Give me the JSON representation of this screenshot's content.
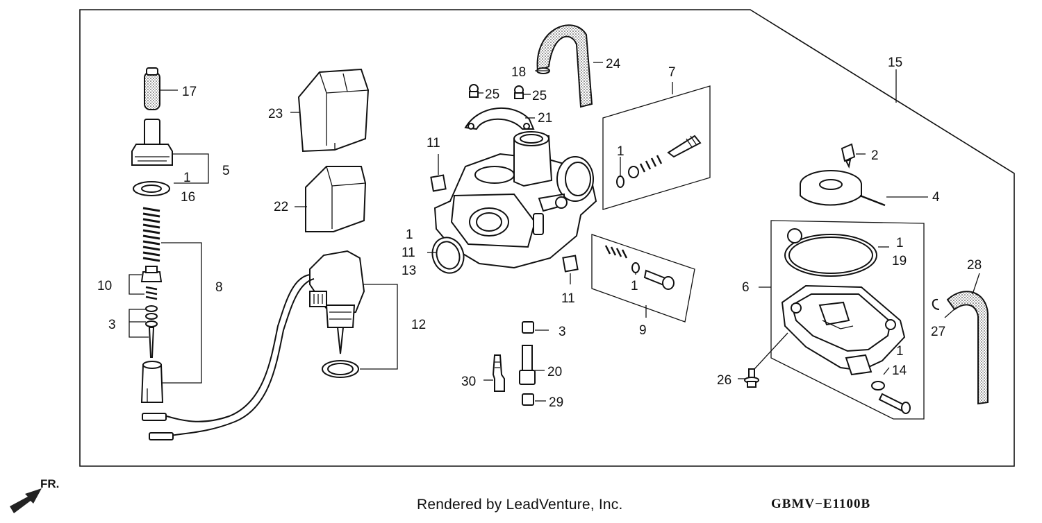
{
  "callouts": [
    {
      "id": "c24",
      "label": "24"
    },
    {
      "id": "c18",
      "label": "18"
    },
    {
      "id": "c25a",
      "label": "25"
    },
    {
      "id": "c25b",
      "label": "25"
    },
    {
      "id": "c21",
      "label": "21"
    },
    {
      "id": "c7",
      "label": "7"
    },
    {
      "id": "c15",
      "label": "15"
    },
    {
      "id": "c17",
      "label": "17"
    },
    {
      "id": "c23",
      "label": "23"
    },
    {
      "id": "c11a",
      "label": "11"
    },
    {
      "id": "c5",
      "label": "5"
    },
    {
      "id": "c1a",
      "label": "1"
    },
    {
      "id": "c16",
      "label": "16"
    },
    {
      "id": "c1b",
      "label": "1"
    },
    {
      "id": "c2",
      "label": "2"
    },
    {
      "id": "c22",
      "label": "22"
    },
    {
      "id": "c4",
      "label": "4"
    },
    {
      "id": "c1c",
      "label": "1"
    },
    {
      "id": "c11b",
      "label": "11"
    },
    {
      "id": "c13",
      "label": "13"
    },
    {
      "id": "c1d",
      "label": "1"
    },
    {
      "id": "c19",
      "label": "19"
    },
    {
      "id": "c28",
      "label": "28"
    },
    {
      "id": "c10",
      "label": "10"
    },
    {
      "id": "c8",
      "label": "8"
    },
    {
      "id": "c1e",
      "label": "1"
    },
    {
      "id": "c11c",
      "label": "11"
    },
    {
      "id": "c6",
      "label": "6"
    },
    {
      "id": "c3a",
      "label": "3"
    },
    {
      "id": "c12",
      "label": "12"
    },
    {
      "id": "c9",
      "label": "9"
    },
    {
      "id": "c27",
      "label": "27"
    },
    {
      "id": "c3b",
      "label": "3"
    },
    {
      "id": "c1f",
      "label": "1"
    },
    {
      "id": "c20",
      "label": "20"
    },
    {
      "id": "c14",
      "label": "14"
    },
    {
      "id": "c30",
      "label": "30"
    },
    {
      "id": "c26",
      "label": "26"
    },
    {
      "id": "c29",
      "label": "29"
    }
  ],
  "front_label": "FR.",
  "footer": {
    "credit": "Rendered by LeadVenture, Inc.",
    "code": "GBMV−E1100B"
  }
}
